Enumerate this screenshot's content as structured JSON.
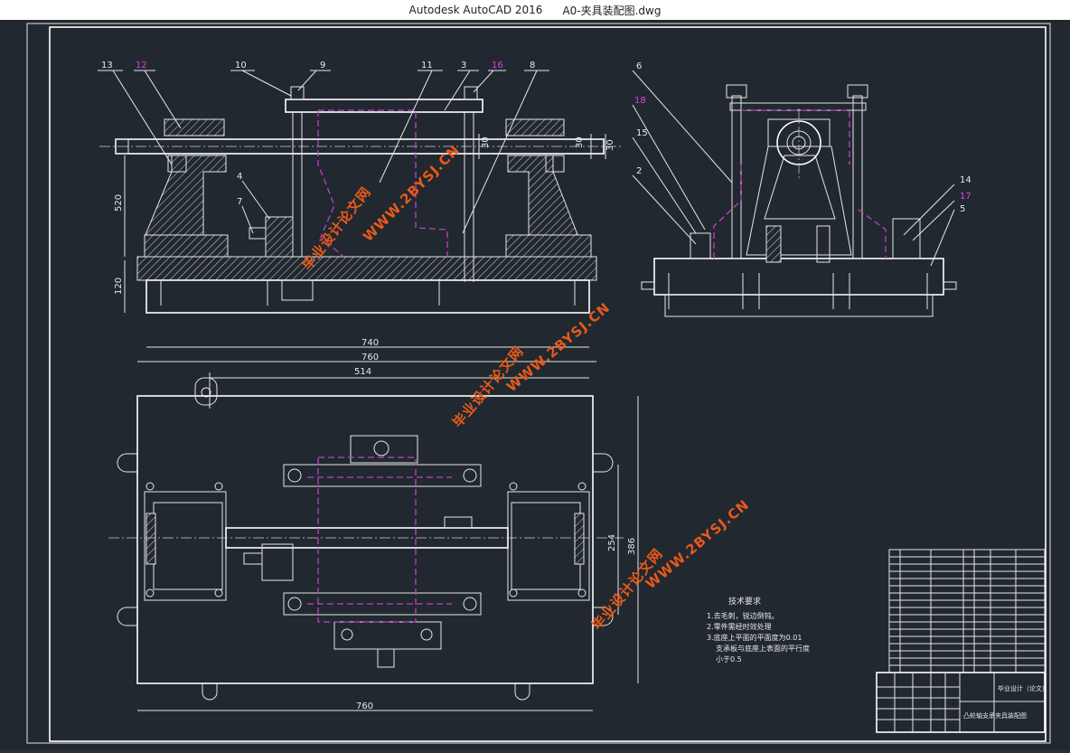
{
  "window": {
    "app_name": "Autodesk AutoCAD 2016",
    "document_name": "A0-夹具装配图.dwg"
  },
  "front_view": {
    "part_labels": [
      {
        "id": "13",
        "text": "13"
      },
      {
        "id": "12",
        "text": "12",
        "color": "#e040e0"
      },
      {
        "id": "10",
        "text": "10"
      },
      {
        "id": "9",
        "text": "9"
      },
      {
        "id": "11",
        "text": "11"
      },
      {
        "id": "3",
        "text": "3"
      },
      {
        "id": "16",
        "text": "16",
        "color": "#e040e0"
      },
      {
        "id": "8",
        "text": "8"
      },
      {
        "id": "4",
        "text": "4"
      },
      {
        "id": "7",
        "text": "7"
      }
    ],
    "dimensions": {
      "height_upper": "520",
      "height_lower": "120",
      "width_inner": "740",
      "width_outer": "760",
      "dim_30_a": "30",
      "dim_30_b": "30",
      "dim_30_c": "30"
    }
  },
  "side_view": {
    "part_labels": [
      {
        "id": "6",
        "text": "6"
      },
      {
        "id": "18",
        "text": "18",
        "color": "#e040e0"
      },
      {
        "id": "15",
        "text": "15"
      },
      {
        "id": "2",
        "text": "2"
      },
      {
        "id": "14",
        "text": "14"
      },
      {
        "id": "17",
        "text": "17",
        "color": "#e040e0"
      },
      {
        "id": "5",
        "text": "5"
      }
    ]
  },
  "top_view": {
    "dimensions": {
      "width_top": "514",
      "width_bottom": "760",
      "height_inner": "254",
      "height_outer": "386"
    }
  },
  "technical_requirements": {
    "heading": "技术要求",
    "items": [
      "1.去毛刺，锐边倒钝。",
      "2.零件需经时效处理",
      "3.底座上平面的平面度为0.01",
      "支承板与底座上表面的平行度",
      "小于0.5"
    ]
  },
  "title_block": {
    "drawing_title": "凸轮轴支承夹具装配图",
    "subtitle": "毕业设计（论文）"
  },
  "watermarks": [
    "毕业设计论文网",
    "WWW.2BYSJ.CN"
  ],
  "colors": {
    "background": "#212830",
    "line": "#e6e6e6",
    "magenta": "#c040c0",
    "watermark": "#e85a1a"
  }
}
